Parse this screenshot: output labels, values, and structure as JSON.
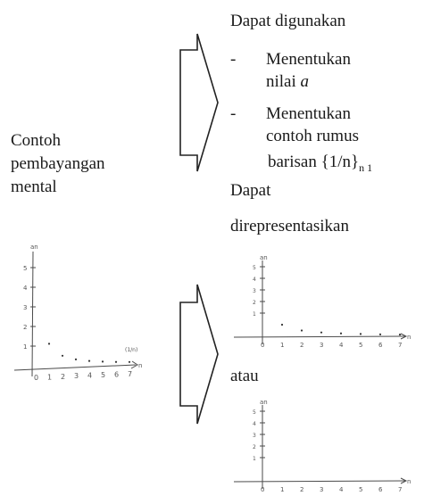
{
  "left": {
    "label_line1": "Contoh",
    "label_line2": "pembayangan",
    "label_line3": "mental"
  },
  "right": {
    "heading1": "Dapat digunakan",
    "bullet_dash": "-",
    "bullet1_line1": "Menentukan",
    "bullet1_line2_prefix": "nilai ",
    "bullet1_line2_var": "a",
    "bullet2_line1": "Menentukan",
    "bullet2_line2": "contoh rumus",
    "bullet2_line3": "barisan {1/n}",
    "bullet2_subscript": "n 1",
    "heading2_line1": "Dapat",
    "heading2_line2": "direpresentasikan",
    "separator": "atau"
  },
  "graphs": {
    "y_axis_label": "an",
    "x_axis_label": "n",
    "x_ticks": [
      "0",
      "1",
      "2",
      "3",
      "4",
      "5",
      "6",
      "7"
    ],
    "left_y_ticks": [
      "5",
      "4",
      "3",
      "2",
      "1"
    ],
    "left_annotation": "(1/n)",
    "small_y_ticks": [
      "5",
      "4",
      "3",
      "2",
      "1"
    ]
  }
}
